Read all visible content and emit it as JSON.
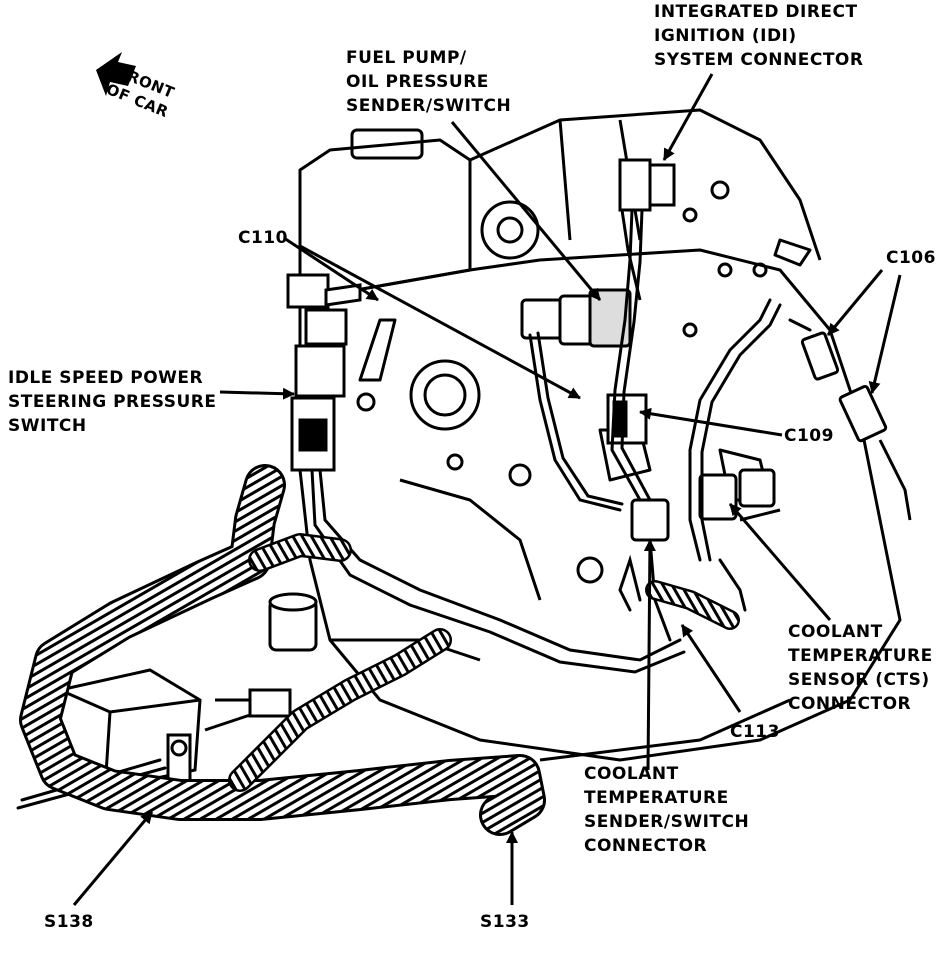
{
  "figure": {
    "orientation": {
      "line1": "FRONT",
      "line2": "OF CAR"
    },
    "callouts": {
      "idi": [
        "INTEGRATED DIRECT",
        "IGNITION (IDI)",
        "SYSTEM CONNECTOR"
      ],
      "fuel": [
        "FUEL PUMP/",
        "OIL PRESSURE",
        "SENDER/SWITCH"
      ],
      "c110": [
        "C110"
      ],
      "c106": [
        "C106"
      ],
      "idle": [
        "IDLE SPEED POWER",
        "STEERING PRESSURE",
        "SWITCH"
      ],
      "c109": [
        "C109"
      ],
      "cts": [
        "COOLANT",
        "TEMPERATURE",
        "SENSOR (CTS)",
        "CONNECTOR"
      ],
      "c113": [
        "C113"
      ],
      "ctss": [
        "COOLANT",
        "TEMPERATURE",
        "SENDER/SWITCH",
        "CONNECTOR"
      ],
      "s138": [
        "S138"
      ],
      "s133": [
        "S133"
      ]
    }
  }
}
